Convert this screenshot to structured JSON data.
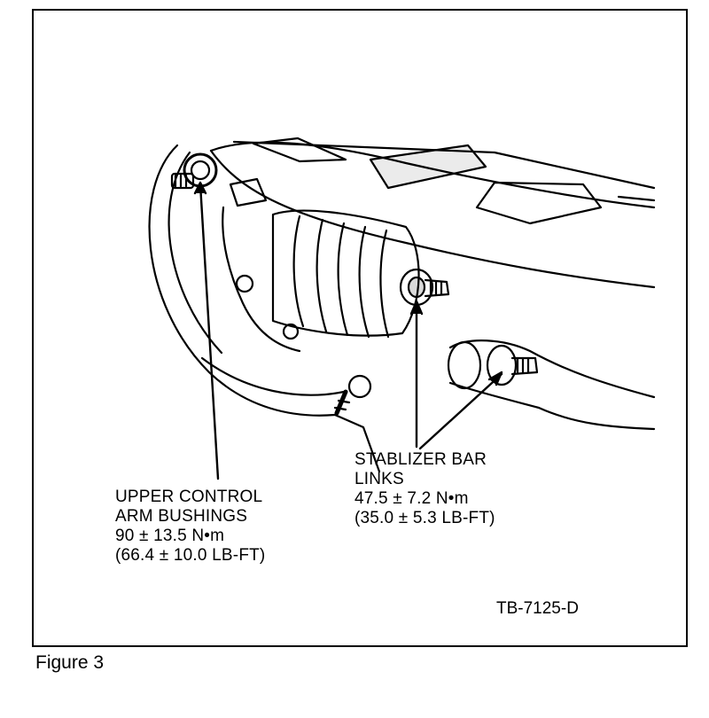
{
  "figure_caption": "Figure  3",
  "part_id": "TB-7125-D",
  "callouts": {
    "upper_control_arm": {
      "lines": [
        "UPPER CONTROL",
        "ARM BUSHINGS",
        "90 ± 13.5 N•m",
        "(66.4 ± 10.0 LB-FT)"
      ]
    },
    "stabilizer_bar_links": {
      "lines": [
        "STABLIZER BAR",
        "LINKS",
        "47.5 ± 7.2 N•m",
        "(35.0 ± 5.3 LB-FT)"
      ]
    }
  },
  "colors": {
    "ink": "#000000",
    "paper": "#ffffff"
  }
}
